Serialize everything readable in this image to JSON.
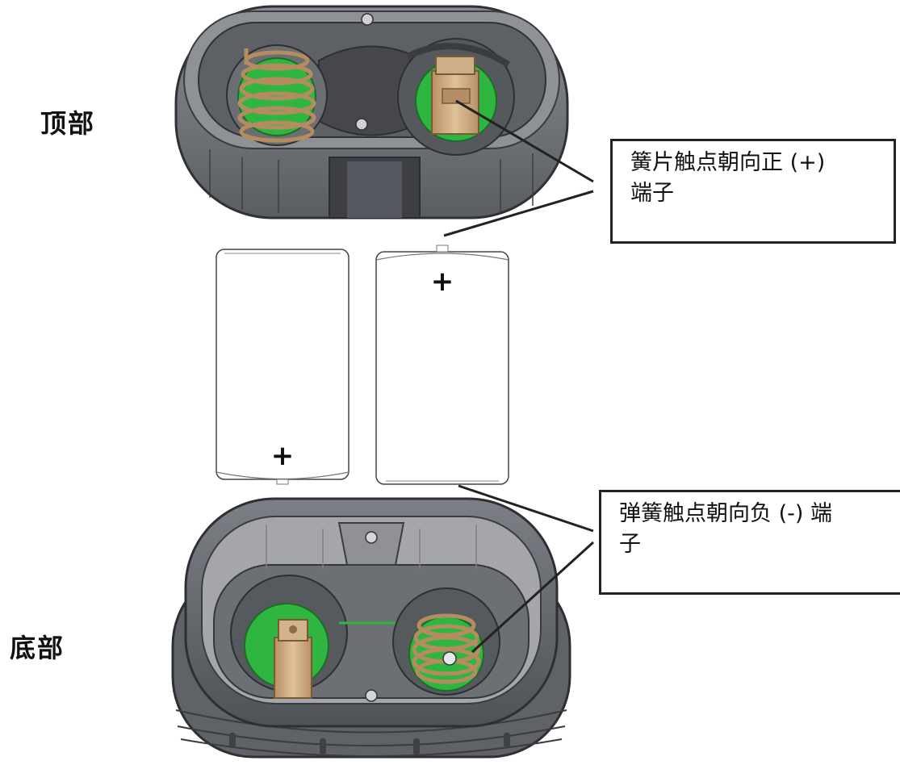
{
  "labels": {
    "top": "顶部",
    "bottom": "底部"
  },
  "callouts": {
    "positive": {
      "line1": "簧片触点朝向正 (+)",
      "line2": "端子"
    },
    "negative": {
      "line1": "弹簧触点朝向负 (-) 端",
      "line2": "子"
    }
  },
  "battery_marks": {
    "left": "+",
    "right": "+"
  },
  "colors": {
    "housing": "#6f7278",
    "housing_dark": "#4a4c51",
    "housing_light": "#9a9ca1",
    "pcb_green": "#2db83d",
    "copper": "#c9a57a",
    "outline": "#222222"
  }
}
